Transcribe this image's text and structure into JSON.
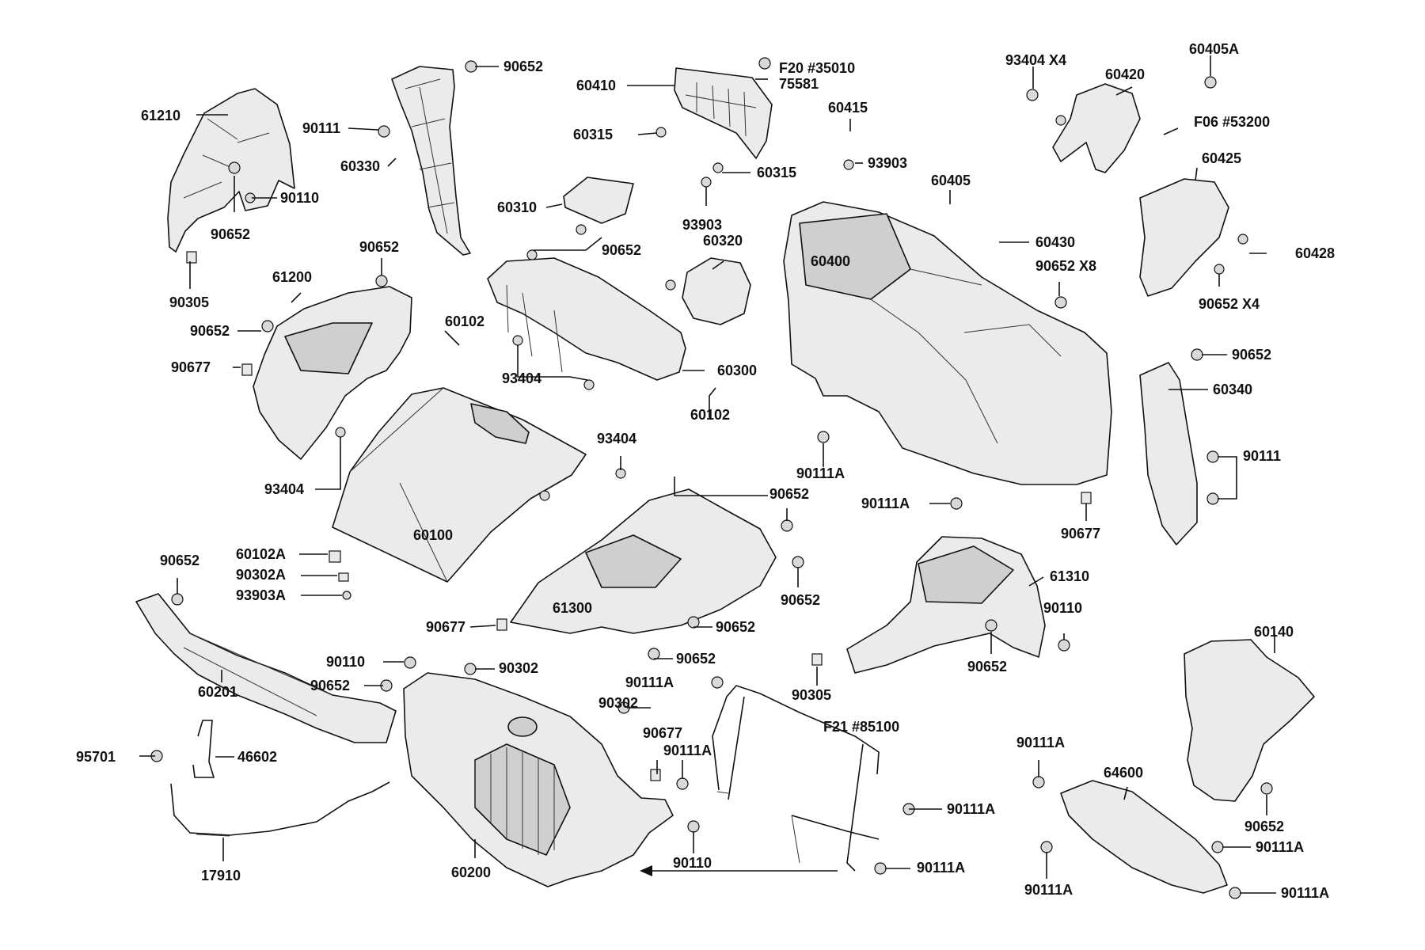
{
  "diagram": {
    "accent_color": "#111111",
    "callouts": {
      "c61210": "61210",
      "c90652_a": "90652",
      "c90111_a": "90111",
      "c60330": "60330",
      "c90110_a": "90110",
      "c90652_b": "90652",
      "c90305_a": "90305",
      "c90652_c": "90652",
      "c61200": "61200",
      "c90652_d": "90652",
      "c90677_a": "90677",
      "c93404_a": "93404",
      "c60102_a": "60102",
      "c60410": "60410",
      "cF20": "F20 #35010",
      "c75581": "75581",
      "c60315_a": "60315",
      "c60315_b": "60315",
      "c60310": "60310",
      "c93903_a": "93903",
      "c90652_e": "90652",
      "c60320": "60320",
      "c93404_b": "93404",
      "c60300": "60300",
      "c60415": "60415",
      "c93903_b": "93903",
      "c60405": "60405",
      "c60400": "60400",
      "c60430": "60430",
      "c90652_x8": "90652  X8",
      "c93404_x4": "93404  X4",
      "c60420": "60420",
      "c60405A": "60405A",
      "cF06": "F06 #53200",
      "c60425": "60425",
      "c60428": "60428",
      "c90652_x4": "90652  X4",
      "c90652_f": "90652",
      "c60340": "60340",
      "c90111_b": "90111",
      "c90111A_a": "90111A",
      "c90111A_b": "90111A",
      "c90677_b": "90677",
      "c60102_b": "60102",
      "c93404_c": "93404",
      "c90652_g": "90652",
      "c60100": "60100",
      "c60102A": "60102A",
      "c90302A": "90302A",
      "c93903A": "93903A",
      "c90652_h": "90652",
      "c61300": "61300",
      "c90677_c": "90677",
      "c90652_i": "90652",
      "c90652_j": "90652",
      "c90652_k": "90652",
      "c61310": "61310",
      "c90110_b": "90110",
      "c90652_l": "90652",
      "c90305_b": "90305",
      "c90110_c": "90110",
      "c90302_a": "90302",
      "c90652_m": "90652",
      "c60201": "60201",
      "c90111A_c": "90111A",
      "c90302_b": "90302",
      "c90677_d": "90677",
      "c90111A_d": "90111A",
      "cF21": "F21 #85100",
      "c95701": "95701",
      "c46602": "46602",
      "c17910": "17910",
      "c60200": "60200",
      "c90110_d": "90110",
      "c90111A_e": "90111A",
      "c90111A_f": "90111A",
      "c60140": "60140",
      "c90111A_g": "90111A",
      "c64600": "64600",
      "c90652_n": "90652",
      "c90111A_h": "90111A",
      "c90111A_i": "90111A",
      "c90111A_j": "90111A"
    }
  }
}
